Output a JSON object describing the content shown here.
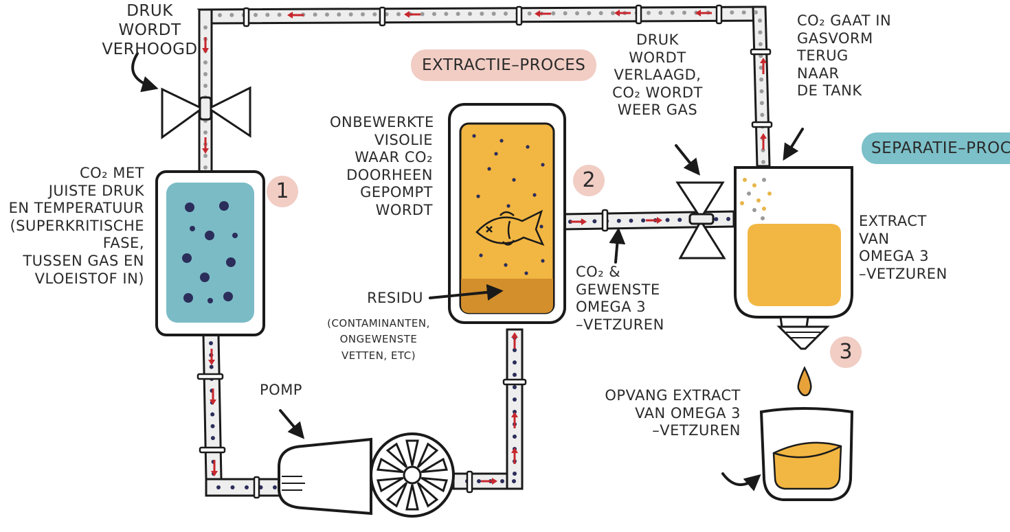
{
  "colors": {
    "outline": "#1a1a1a",
    "pipe_fill": "#eeeeee",
    "arrow": "#c8272d",
    "dot_navy": "#2b2d5a",
    "dot_grey": "#9a9a9a",
    "dot_gold": "#e8b54a",
    "teal": "#7bbbc6",
    "orange": "#f2b642",
    "orange_dark": "#d38f2c",
    "tag_pink": "#f1cdc4",
    "tag_teal": "#7cc0c9"
  },
  "labels": {
    "press_up": "DRUK WORDT\nVERHOOGD",
    "co2_state": "CO₂ MET\nJUISTE DRUK\nEN TEMPERATUUR\n(SUPERKRITISCHE FASE,\nTUSSEN GAS EN\nVLOEISTOF IN)",
    "fish_oil": "ONBEWERKTE\nVISOLIE\nWAAR CO₂\nDOORHEEN\nGEPOMPT\nWORDT",
    "residue": "RESIDU",
    "residue_detail": "(CONTAMINANTEN,\nONGEWENSTE\nVETTEN, ETC)",
    "pump": "POMP",
    "press_down": "DRUK WORDT\nVERLAAGD,\nCO₂ WORDT\nWEER GAS",
    "co2_omega": "CO₂ &\nGEWENSTE\nOMEGA 3\n–VETZUREN",
    "co2_return": "CO₂ GAAT IN\nGASVORM\nTERUG NAAR\nDE TANK",
    "extract": "EXTRACT\nVAN\nOMEGA 3\n–VETZUREN",
    "collect": "OPVANG EXTRACT\nVAN OMEGA 3\n–VETZUREN"
  },
  "tags": {
    "extraction": "EXTRACTIE–PROCES",
    "separation": "SEPARATIE–PROCES"
  },
  "steps": [
    "1",
    "2",
    "3"
  ],
  "icons": [
    "valve-icon",
    "fish-icon",
    "pump-fan-icon",
    "glass-icon",
    "droplet-icon"
  ]
}
